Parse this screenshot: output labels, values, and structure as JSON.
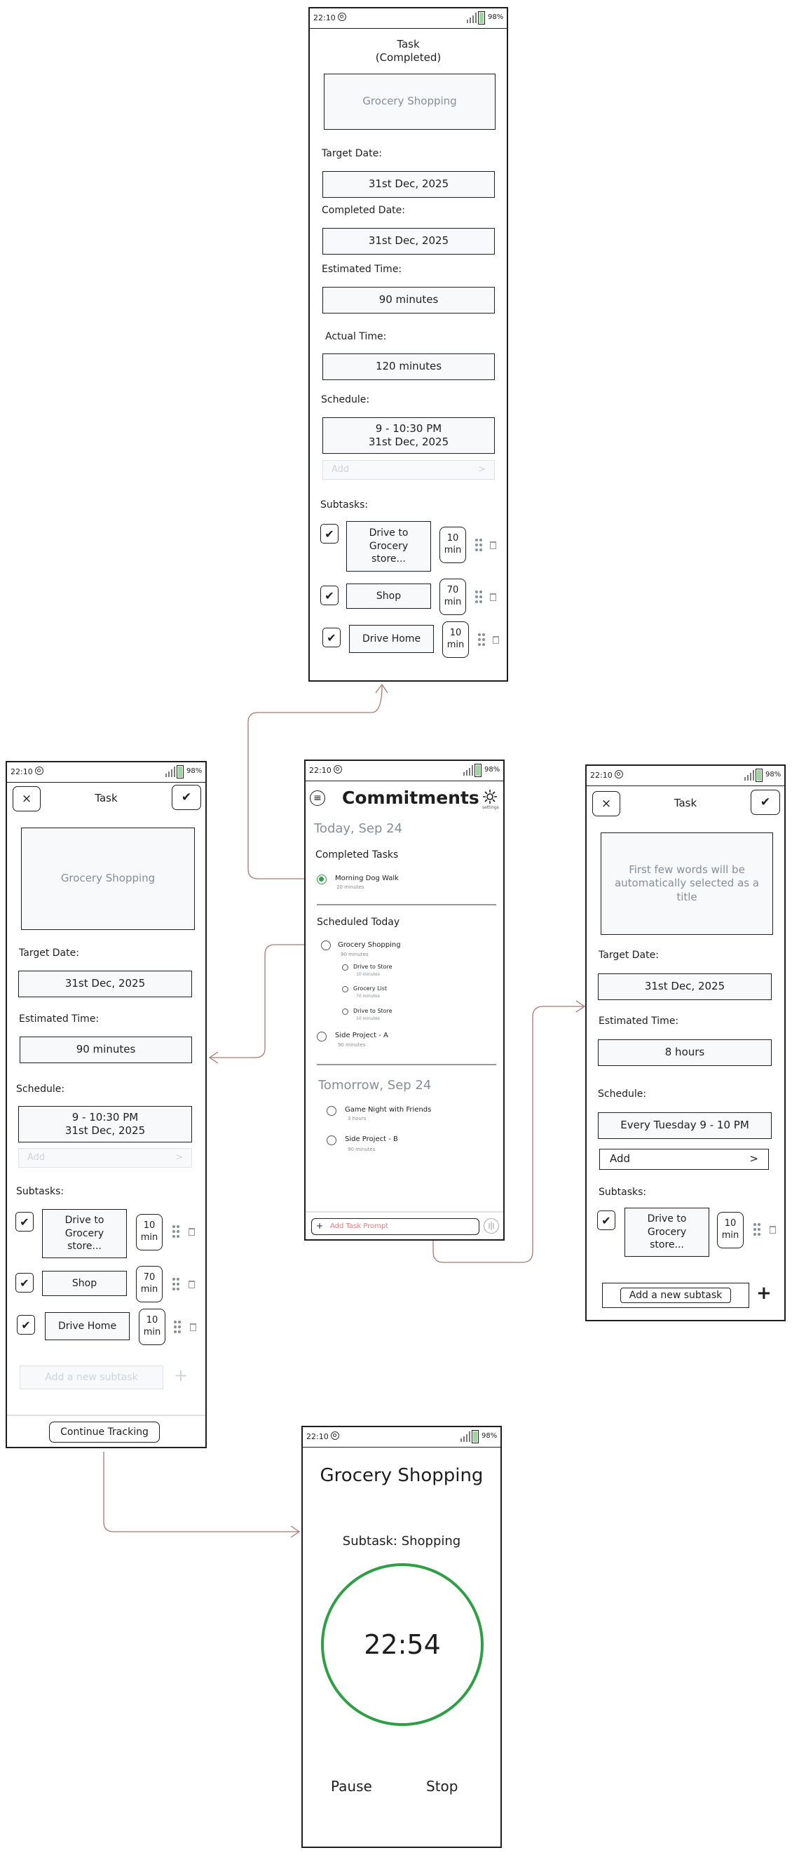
{
  "status": {
    "time": "22:10",
    "battery": "98%"
  },
  "completed_screen": {
    "title": "Task\n(Completed)",
    "task_name": "Grocery Shopping",
    "target_date_label": "Target Date:",
    "target_date": "31st Dec, 2025",
    "completed_date_label": "Completed Date:",
    "completed_date": "31st Dec, 2025",
    "estimated_label": "Estimated Time:",
    "estimated": "90 minutes",
    "actual_label": "Actual Time:",
    "actual": "120 minutes",
    "schedule_label": "Schedule:",
    "schedule": "9 - 10:30 PM\n31st Dec, 2025",
    "add_placeholder": "Add",
    "add_arrow": ">",
    "subtasks_label": "Subtasks:",
    "subtasks": [
      {
        "name": "Drive to\nGrocery\nstore...",
        "time": "10\nmin"
      },
      {
        "name": "Shop",
        "time": "70\nmin"
      },
      {
        "name": "Drive Home",
        "time": "10\nmin"
      }
    ],
    "check_glyph": "✔"
  },
  "edit_screen": {
    "close_glyph": "×",
    "confirm_glyph": "✔",
    "title": "Task",
    "task_name": "Grocery Shopping",
    "target_date_label": "Target Date:",
    "target_date": "31st Dec, 2025",
    "estimated_label": "Estimated Time:",
    "estimated": "90 minutes",
    "schedule_label": "Schedule:",
    "schedule": "9 - 10:30 PM\n31st Dec, 2025",
    "add_placeholder": "Add",
    "add_arrow": ">",
    "subtasks_label": "Subtasks:",
    "subtasks": [
      {
        "name": "Drive to\nGrocery\nstore...",
        "time": "10\nmin"
      },
      {
        "name": "Shop",
        "time": "70\nmin"
      },
      {
        "name": "Drive Home",
        "time": "10\nmin"
      }
    ],
    "add_subtask_placeholder": "Add a new subtask",
    "plus_glyph": "+",
    "continue_button": "Continue Tracking"
  },
  "commitments_screen": {
    "title": "Commitments",
    "menu_glyph": "≡",
    "settings_caption": "settings",
    "today_heading": "Today, Sep 24",
    "completed_heading": "Completed Tasks",
    "completed_tasks": [
      {
        "name": "Morning Dog Walk",
        "meta": "20 minutes"
      }
    ],
    "scheduled_heading": "Scheduled Today",
    "scheduled_tasks": [
      {
        "name": "Grocery Shopping",
        "meta": "90 minutes"
      },
      {
        "name": "Drive to Store",
        "meta": "10 minutes"
      },
      {
        "name": "Grocery List",
        "meta": "70 minutes"
      },
      {
        "name": "Drive to Store",
        "meta": "10 minutes"
      },
      {
        "name": "Side Project - A",
        "meta": "90 minutes"
      }
    ],
    "tomorrow_heading": "Tomorrow, Sep 24",
    "tomorrow_tasks": [
      {
        "name": "Game Night with Friends",
        "meta": "3 hours"
      },
      {
        "name": "Side Project - B",
        "meta": "90 minutes"
      }
    ],
    "add_prompt_plus": "+",
    "add_prompt": "Add Task Prompt"
  },
  "new_task_screen": {
    "close_glyph": "×",
    "confirm_glyph": "✔",
    "title": "Task",
    "placeholder": "First few words will be automatically selected as a title",
    "target_date_label": "Target Date:",
    "target_date": "31st Dec, 2025",
    "estimated_label": "Estimated Time:",
    "estimated": "8 hours",
    "schedule_label": "Schedule:",
    "schedule": "Every Tuesday 9 - 10 PM",
    "add_label": "Add",
    "add_arrow": ">",
    "subtasks_label": "Subtasks:",
    "subtask": {
      "name": "Drive to\nGrocery\nstore...",
      "time": "10\nmin"
    },
    "add_subtask": "Add a new subtask",
    "plus_glyph": "+"
  },
  "timer_screen": {
    "title": "Grocery Shopping",
    "subtask": "Subtask: Shopping",
    "timer": "22:54",
    "pause": "Pause",
    "stop": "Stop"
  },
  "colors": {
    "ink": "#1e1e1e",
    "accent_green": "#2f9e44",
    "arrow": "#a67a73",
    "muted": "#868e96",
    "box_fill": "#f8f9fa"
  }
}
